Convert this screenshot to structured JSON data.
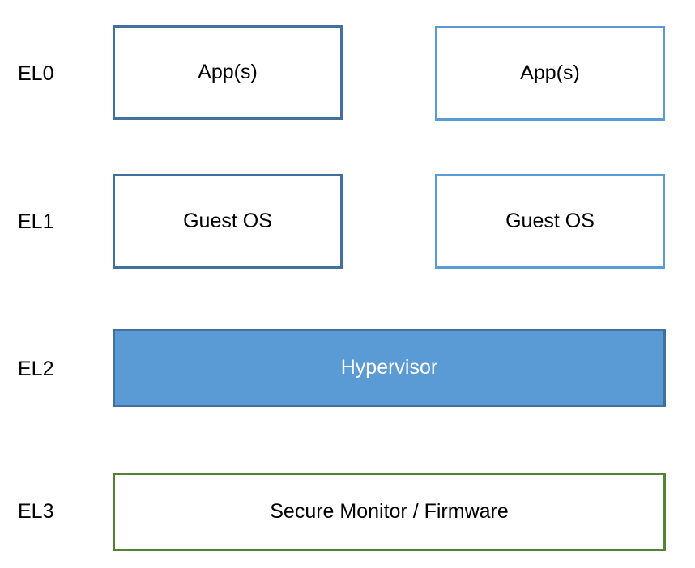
{
  "levels": [
    {
      "id": "el0",
      "label": "EL0"
    },
    {
      "id": "el1",
      "label": "EL1"
    },
    {
      "id": "el2",
      "label": "EL2"
    },
    {
      "id": "el3",
      "label": "EL3"
    }
  ],
  "boxes": {
    "app_left": "App(s)",
    "app_right": "App(s)",
    "guest_os_left": "Guest OS",
    "guest_os_right": "Guest OS",
    "hypervisor": "Hypervisor",
    "firmware": "Secure Monitor / Firmware"
  },
  "colors": {
    "vm_left_border": "#41719c",
    "vm_right_border": "#5b9bd5",
    "hypervisor_fill": "#5b9bd5",
    "hypervisor_border": "#41719c",
    "firmware_border": "#548235"
  }
}
